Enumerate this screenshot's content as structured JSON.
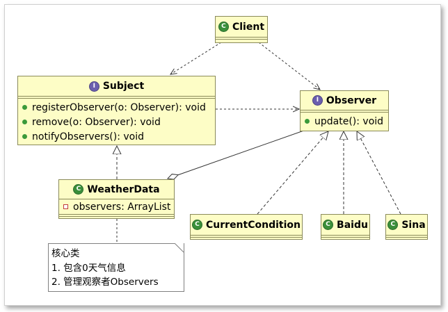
{
  "classes": {
    "client": {
      "name": "Client",
      "kind": "class"
    },
    "subject": {
      "name": "Subject",
      "kind": "interface",
      "methods": [
        "registerObserver(o: Observer): void",
        "remove(o: Observer): void",
        "notifyObservers(): void"
      ]
    },
    "observer": {
      "name": "Observer",
      "kind": "interface",
      "methods": [
        "update(): void"
      ]
    },
    "weatherdata": {
      "name": "WeatherData",
      "kind": "class",
      "fields": [
        "observers: ArrayList"
      ]
    },
    "currentcondition": {
      "name": "CurrentCondition",
      "kind": "class"
    },
    "baidu": {
      "name": "Baidu",
      "kind": "class"
    },
    "sina": {
      "name": "Sina",
      "kind": "class"
    }
  },
  "icons": {
    "class": "C",
    "interface": "I"
  },
  "note": {
    "lines": [
      "核心类",
      "1. 包含0天气信息",
      "2. 管理观察者Observers"
    ]
  },
  "colors": {
    "class_fill": "#fdfdc6",
    "class_border": "#8a8a5a",
    "class_icon": "#3a8f3a",
    "interface_icon": "#6b5fae",
    "method_dot": "#3a9a3a",
    "field_marker": "#c03a3a"
  }
}
